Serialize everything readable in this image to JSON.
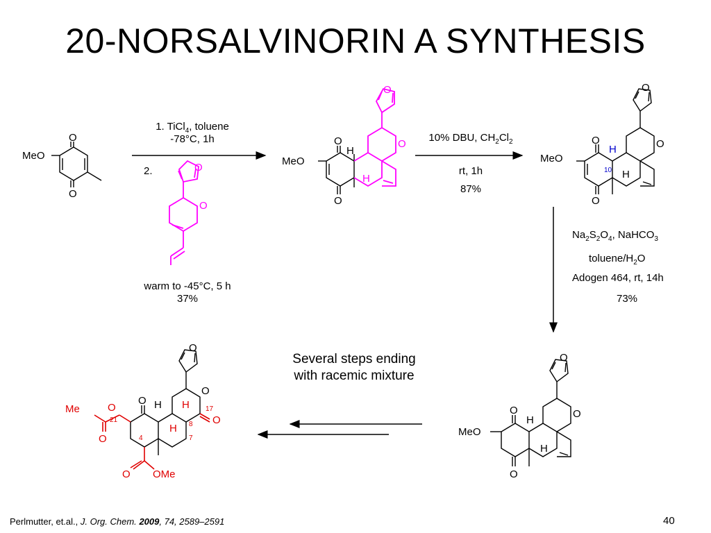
{
  "title": "20-NORSALVINORIN A SYNTHESIS",
  "colors": {
    "accent": "#ff00ff",
    "highlight": "#e00000",
    "label_blue": "#0000cc"
  },
  "step1": {
    "line1_prefix": "1. TiCl",
    "line1_sub": "4",
    "line1_suffix": ", toluene",
    "line2": "-78°C, 1h",
    "line3": "2.",
    "line4": "warm to -45°C, 5 h",
    "yield": "37%"
  },
  "step2": {
    "line1_prefix": "10% DBU, CH",
    "line1_sub1": "2",
    "line1_mid": "Cl",
    "line1_sub2": "2",
    "line2": "rt, 1h",
    "yield": "87%"
  },
  "step3": {
    "r1_a": "Na",
    "r1_s1": "2",
    "r1_b": "S",
    "r1_s2": "2",
    "r1_c": "O",
    "r1_s3": "4",
    "r1_d": ", NaHCO",
    "r1_s4": "3",
    "r2_a": "toluene/H",
    "r2_s": "2",
    "r2_b": "O",
    "r3": "Adogen 464, rt, 14h",
    "yield": "73%"
  },
  "step4": {
    "line1": "Several steps ending",
    "line2": "with racemic mixture"
  },
  "atoms": {
    "O": "O",
    "H": "H",
    "MeO": "MeO",
    "Me": "Me",
    "OMe": "OMe",
    "n10": "10",
    "n21": "21",
    "n4": "4",
    "n17": "17",
    "n8": "8",
    "n7": "7"
  },
  "citation": {
    "authors": "Perlmutter, et.al.,",
    "journal": "J. Org. Chem.",
    "year": "2009",
    "details": ", 74, 2589–2591"
  },
  "page_number": "40"
}
